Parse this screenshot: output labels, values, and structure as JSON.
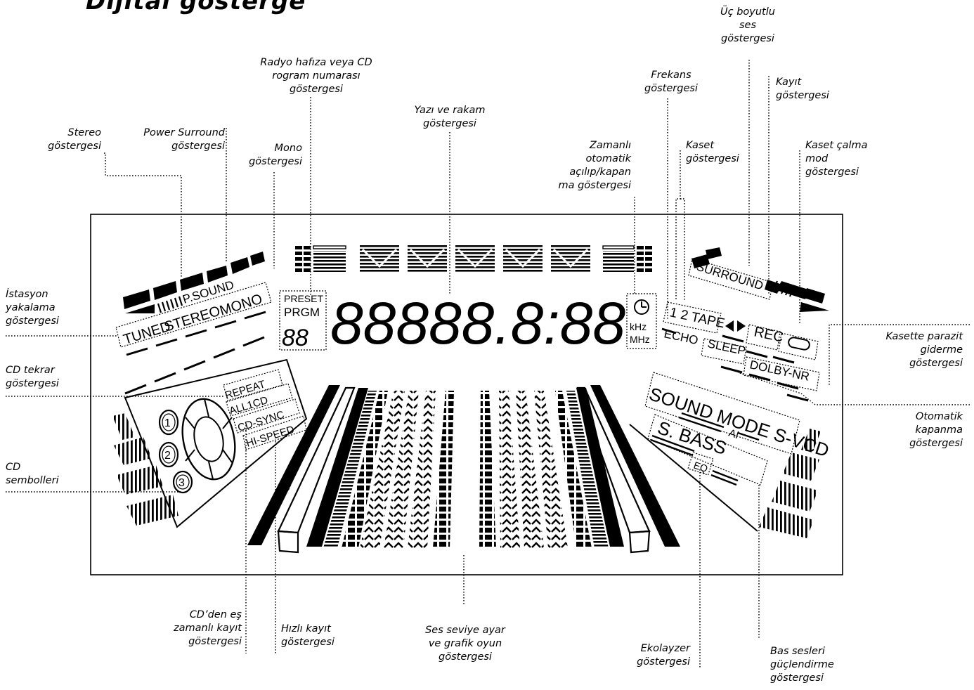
{
  "title": "Dijital gösterge",
  "display": {
    "main_digits": "88888.8:88",
    "preset": "PRESET",
    "prgm": "PRGM",
    "prgm_digits": "88",
    "psound": "P.SOUND",
    "tuned": "TUNED",
    "stereo": "STEREO",
    "mono": "MONO",
    "surround": "SURROUND",
    "tape": "1 2 TAPE",
    "rec": "REC",
    "echo": "ECHO",
    "sleep": "SLEEP",
    "dolby": "DOLBY-NR",
    "repeat": "REPEAT",
    "all1cd": "ALL1CD",
    "cdsync": "CD-SYNC",
    "hispeed": "HI-SPEED",
    "khz": "kHz",
    "mhz": "MHz",
    "sound_mode": "SOUND MODE S-VCD",
    "ai": "AI",
    "sbass": "S. BASS",
    "eq": "EQ",
    "disc1": "1",
    "disc2": "2",
    "disc3": "3"
  },
  "labels": {
    "stereo": "Stereo\ngöstergesi",
    "power_surround": "Power Surround\ngöstergesi",
    "mono": "Mono\ngöstergesi",
    "radio_memory": "Radyo hafıza veya CD\nrogram numarası\ngöstergesi",
    "text_number": "Yazı ve rakam\ngöstergesi",
    "timer": "Zamanlı\notomatik\naçılıp/kapan\nma göstergesi",
    "frequency": "Frekans\ngöstergesi",
    "cassette": "Kaset\ngöstergesi",
    "surround3d": "Üç boyutlu\nses\ngöstergesi",
    "record": "Kayıt\ngöstergesi",
    "tape_play_mode": "Kaset çalma\nmod\ngöstergesi",
    "station": "İstasyon\nyakalama\ngöstergesi",
    "cd_repeat": "CD tekrar\ngöstergesi",
    "cd_symbols": "CD\nsembolleri",
    "tape_noise": "Kasette parazit\ngiderme\ngöstergesi",
    "auto_off": "Otomatik\nkapanma\ngöstergesi",
    "cd_sync_rec": "CD’den eş\nzamanlı kayıt\ngöstergesi",
    "fast_rec": "Hızlı kayıt\ngöstergesi",
    "level": "Ses seviye ayar\nve grafik oyun\ngöstergesi",
    "equalizer": "Ekolayzer\ngöstergesi",
    "bass": "Bas sesleri\ngüçlendirme\ngöstergesi"
  }
}
